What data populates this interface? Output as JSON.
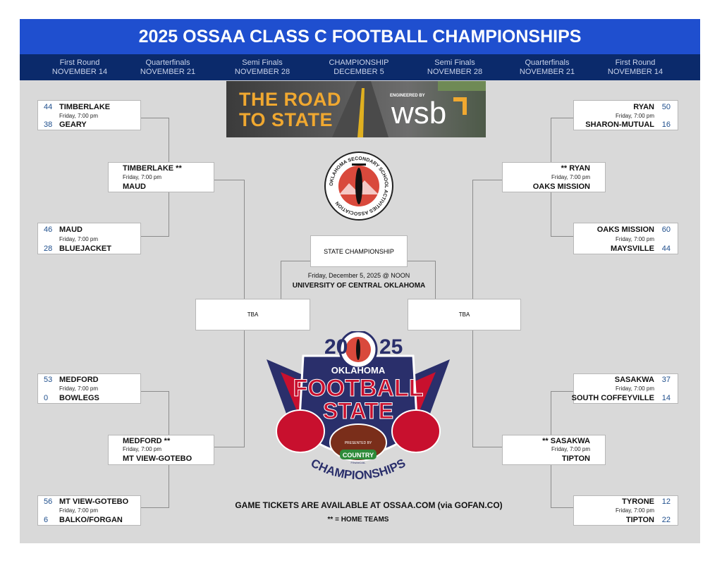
{
  "title": "2025 OSSAA CLASS C FOOTBALL CHAMPIONSHIPS",
  "rounds": [
    {
      "name": "First Round",
      "date": "NOVEMBER 14"
    },
    {
      "name": "Quarterfinals",
      "date": "NOVEMBER 21"
    },
    {
      "name": "Semi Finals",
      "date": "NOVEMBER 28"
    },
    {
      "name": "CHAMPIONSHIP",
      "date": "DECEMBER 5"
    },
    {
      "name": "Semi Finals",
      "date": "NOVEMBER 28"
    },
    {
      "name": "Quarterfinals",
      "date": "NOVEMBER 21"
    },
    {
      "name": "First Round",
      "date": "NOVEMBER 14"
    }
  ],
  "banner": {
    "line1": "THE ROAD",
    "line2": "TO STATE",
    "sponsor_small": "ENGINEERED BY",
    "sponsor": "wsb"
  },
  "left": {
    "r1": [
      {
        "top_score": "44",
        "top_team": "TIMBERLAKE",
        "time": "Friday, 7:00 pm",
        "bottom_score": "38",
        "bottom_team": "GEARY"
      },
      {
        "top_score": "46",
        "top_team": "MAUD",
        "time": "Friday, 7:00 pm",
        "bottom_score": "28",
        "bottom_team": "BLUEJACKET"
      },
      {
        "top_score": "53",
        "top_team": "MEDFORD",
        "time": "Friday, 7:00 pm",
        "bottom_score": "0",
        "bottom_team": "BOWLEGS"
      },
      {
        "top_score": "56",
        "top_team": "MT VIEW-GOTEBO",
        "time": "Friday, 7:00 pm",
        "bottom_score": "6",
        "bottom_team": "BALKO/FORGAN"
      }
    ],
    "qf": [
      {
        "top_team": "TIMBERLAKE **",
        "time": "Friday, 7:00 pm",
        "bottom_team": "MAUD"
      },
      {
        "top_team": "MEDFORD **",
        "time": "Friday, 7:00 pm",
        "bottom_team": "MT VIEW-GOTEBO"
      }
    ],
    "sf": "TBA"
  },
  "right": {
    "r1": [
      {
        "top_score": "50",
        "top_team": "RYAN",
        "time": "Friday, 7:00 pm",
        "bottom_score": "16",
        "bottom_team": "SHARON-MUTUAL"
      },
      {
        "top_score": "60",
        "top_team": "OAKS MISSION",
        "time": "Friday, 7:00 pm",
        "bottom_score": "44",
        "bottom_team": "MAYSVILLE"
      },
      {
        "top_score": "37",
        "top_team": "SASAKWA",
        "time": "Friday, 7:00 pm",
        "bottom_score": "14",
        "bottom_team": "SOUTH COFFEYVILLE"
      },
      {
        "top_score": "12",
        "top_team": "TYRONE",
        "time": "Friday, 7:00 pm",
        "bottom_score": "22",
        "bottom_team": "TIPTON"
      }
    ],
    "qf": [
      {
        "top_team": "** RYAN",
        "time": "Friday, 7:00 pm",
        "bottom_team": "OAKS MISSION"
      },
      {
        "top_team": "** SASAKWA",
        "time": "Friday, 7:00 pm",
        "bottom_team": "TIPTON"
      }
    ],
    "sf": "TBA"
  },
  "championship": {
    "label": "STATE CHAMPIONSHIP",
    "datetime": "Friday, December 5, 2025 @ NOON",
    "venue": "UNIVERSITY OF CENTRAL OKLAHOMA"
  },
  "seal_text": "OKLAHOMA SECONDARY SCHOOL ACTIVITIES ASSOCIATION",
  "logo": {
    "year_left": "20",
    "year_right": "25",
    "state": "OKLAHOMA",
    "line1": "FOOTBALL",
    "line2": "STATE",
    "presented": "PRESENTED BY",
    "sponsor": "COUNTRY",
    "sponsor_sub": "FINANCIAL",
    "bottom": "CHAMPIONSHIPS"
  },
  "footer": {
    "tickets": "GAME TICKETS ARE AVAILABLE AT OSSAA.COM (via GOFAN.CO)",
    "note": "** = HOME TEAMS"
  },
  "colors": {
    "title_bar": "#1f4fcf",
    "round_bar": "#0b2a6b",
    "background": "#d9d9d9",
    "score": "#1e4e8c",
    "logo_red": "#c8102e",
    "logo_navy": "#2a2f6b"
  }
}
